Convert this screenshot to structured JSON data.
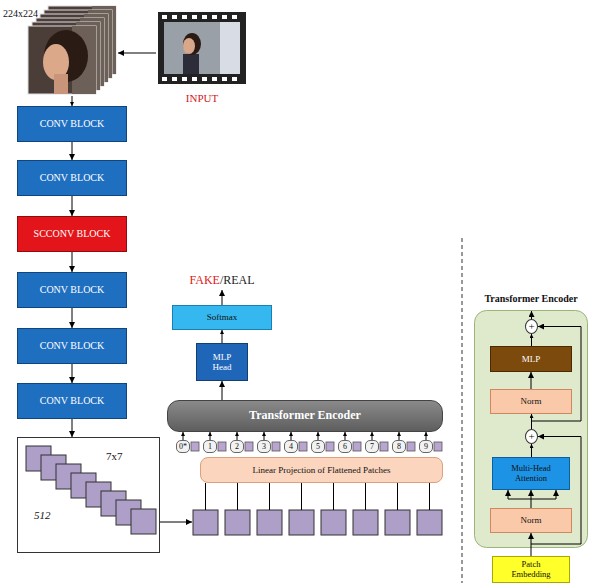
{
  "diagram": {
    "nodes": [
      {
        "text": [
          "224x224"
        ]
      },
      {
        "text": [
          "INPUT"
        ]
      },
      {
        "text": [
          "CONV BLOCK"
        ]
      },
      {
        "text": [
          "CONV BLOCK"
        ]
      },
      {
        "text": [
          "SCCONV BLOCK"
        ]
      },
      {
        "text": [
          "CONV BLOCK"
        ]
      },
      {
        "text": [
          "CONV BLOCK"
        ]
      },
      {
        "text": [
          "CONV BLOCK"
        ]
      },
      {
        "text": [
          "7x7",
          "512"
        ]
      },
      {
        "text": [
          "Softmax"
        ]
      },
      {
        "text": [
          "MLP Head"
        ]
      },
      {
        "text": [
          "Transformer Encoder"
        ]
      },
      {
        "text": [
          "0*"
        ]
      },
      {
        "text": [
          "1"
        ]
      },
      {
        "text": [
          "2"
        ]
      },
      {
        "text": [
          "3"
        ]
      },
      {
        "text": [
          "4"
        ]
      },
      {
        "text": [
          "5"
        ]
      },
      {
        "text": [
          "6"
        ]
      },
      {
        "text": [
          "7"
        ]
      },
      {
        "text": [
          "8"
        ]
      },
      {
        "text": [
          "9"
        ]
      },
      {
        "text": [
          "Linear Projection of Flattened Patches"
        ]
      },
      {
        "text": [
          "Transformer Encoder"
        ]
      },
      {
        "text": [
          "+"
        ],
        "in": 23
      },
      {
        "text": [
          "MLP"
        ],
        "in": 23
      },
      {
        "text": [
          "Norm"
        ],
        "in": 23
      },
      {
        "text": [
          "+"
        ],
        "in": 23
      },
      {
        "text": [
          "Multi-Head Attention"
        ],
        "in": 23
      },
      {
        "text": [
          "Norm"
        ],
        "in": 23
      },
      {
        "text": [
          "Patch Embedding"
        ]
      }
    ],
    "edges": [
      {
        "from": 1,
        "to": 0,
        "arrow": "to"
      },
      {
        "from": 0,
        "to": 2,
        "arrow": "to"
      },
      {
        "from": 2,
        "to": 3,
        "arrow": "to"
      },
      {
        "from": 3,
        "to": 4,
        "arrow": "to"
      },
      {
        "from": 4,
        "to": 5,
        "arrow": "to"
      },
      {
        "from": 5,
        "to": 6,
        "arrow": "to"
      },
      {
        "from": 6,
        "to": 7,
        "arrow": "to"
      },
      {
        "from": 7,
        "to": 8,
        "arrow": "to"
      },
      {
        "from": 11,
        "to": 10,
        "arrow": "to"
      },
      {
        "from": 10,
        "to": 9,
        "arrow": "to"
      },
      {
        "from": 12,
        "to": 11,
        "arrow": "to"
      },
      {
        "from": 13,
        "to": 11,
        "arrow": "to"
      },
      {
        "from": 14,
        "to": 11,
        "arrow": "to"
      },
      {
        "from": 15,
        "to": 11,
        "arrow": "to"
      },
      {
        "from": 16,
        "to": 11,
        "arrow": "to"
      },
      {
        "from": 17,
        "to": 11,
        "arrow": "to"
      },
      {
        "from": 18,
        "to": 11,
        "arrow": "to"
      },
      {
        "from": 19,
        "to": 11,
        "arrow": "to"
      },
      {
        "from": 20,
        "to": 11,
        "arrow": "to"
      },
      {
        "from": 21,
        "to": 11,
        "arrow": "to"
      },
      {
        "from": 30,
        "to": 29,
        "arrow": "to"
      },
      {
        "from": 29,
        "to": 28,
        "arrow": "to"
      },
      {
        "from": 28,
        "to": 27,
        "arrow": "to"
      },
      {
        "from": 27,
        "to": 26,
        "arrow": "to"
      },
      {
        "from": 26,
        "to": 25,
        "arrow": "to"
      },
      {
        "from": 25,
        "to": 24,
        "arrow": "to"
      },
      {
        "from": 30,
        "to": 27,
        "arrow": "to"
      },
      {
        "from": 27,
        "to": 24,
        "arrow": "to"
      }
    ],
    "labels": [
      "FAKE",
      "/REAL"
    ]
  }
}
